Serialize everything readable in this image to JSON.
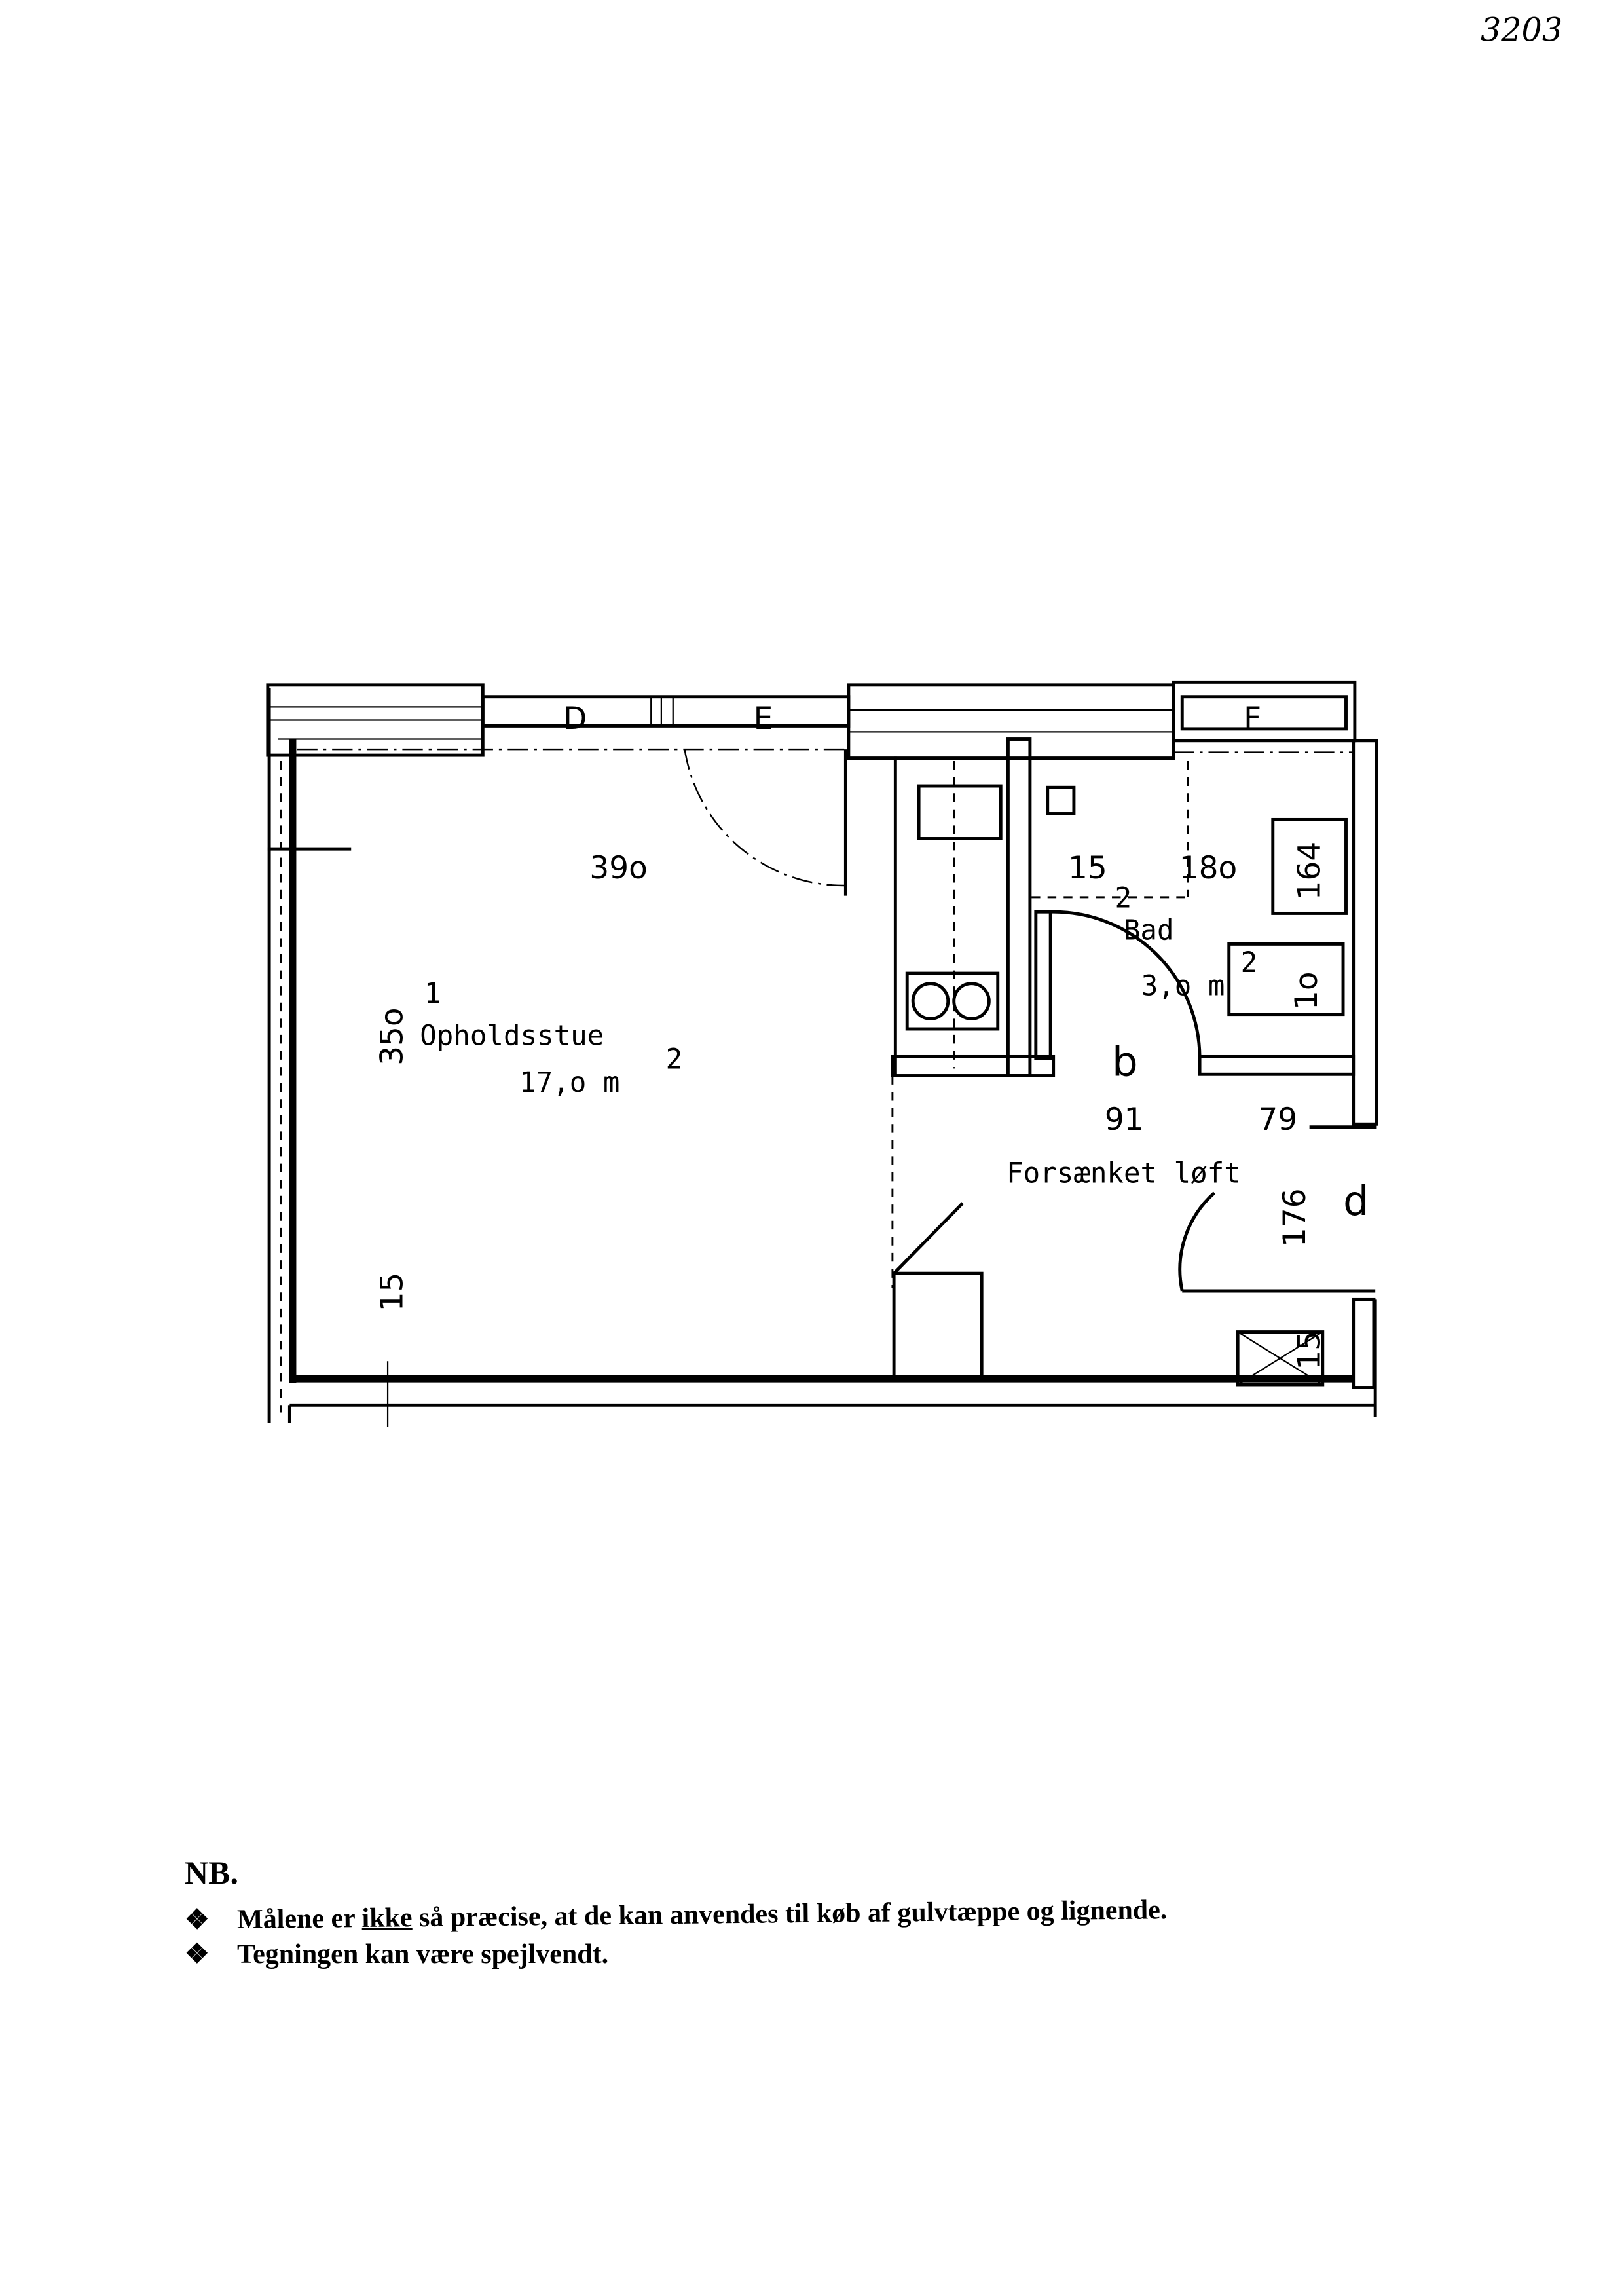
{
  "page_number": "3203",
  "plan": {
    "rooms": [
      {
        "number": "1",
        "name": "Opholdsstue",
        "area": "17,o m",
        "area_sup": "2"
      },
      {
        "number": "2",
        "name": "Bad",
        "area": "3,o m",
        "area_sup": "2"
      }
    ],
    "loft_label": "Forsænket løft",
    "letters": {
      "b": "b",
      "d": "d",
      "D": "D",
      "E": "E",
      "F": "F"
    },
    "dimensions": {
      "width_living": "39o",
      "depth_living": "35o",
      "wall_15_left": "15",
      "wall_15_bath": "15",
      "bath_180": "18o",
      "bath_164": "164",
      "bath_10": "1o",
      "door_91": "91",
      "door_79": "79",
      "dim_176": "176",
      "shaft_15": "15"
    }
  },
  "notes": {
    "heading": "NB.",
    "bullet": "❖",
    "items": [
      {
        "before": "Målene er ",
        "underlined": "ikke",
        "after": " så præcise, at de kan anvendes til køb af gulvtæppe og lignende."
      },
      {
        "before": "Tegningen kan være spejlvendt.",
        "underlined": "",
        "after": ""
      }
    ]
  }
}
